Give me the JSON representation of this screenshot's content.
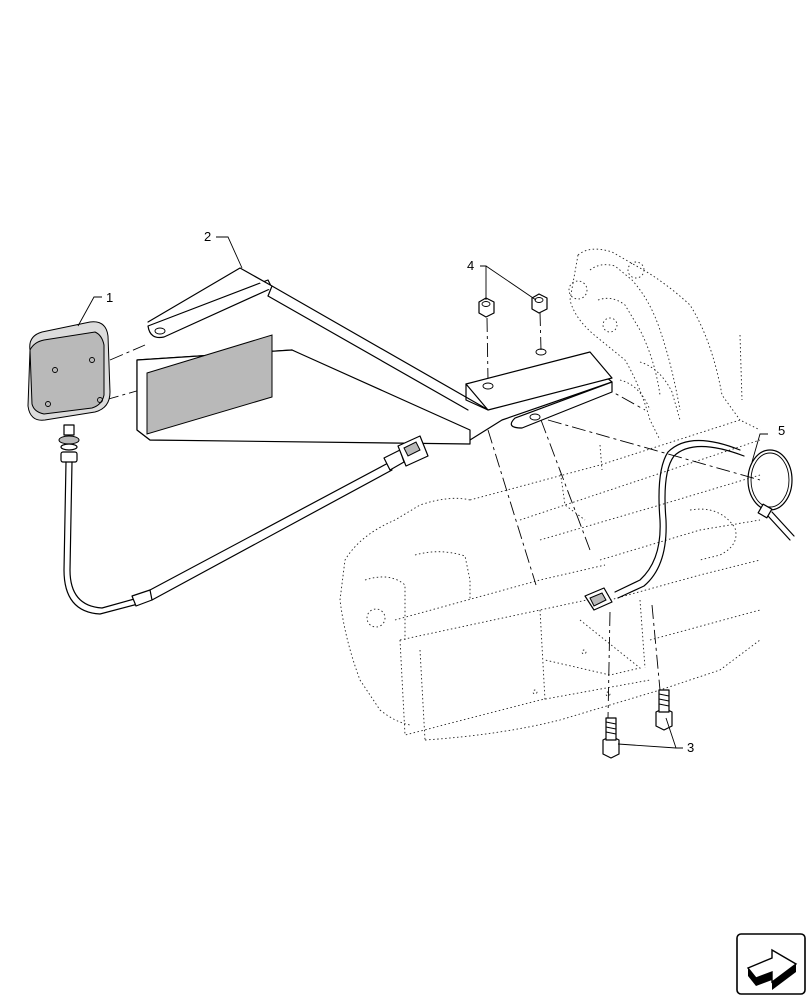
{
  "diagram": {
    "callouts": [
      {
        "id": "1",
        "label": "1"
      },
      {
        "id": "2",
        "label": "2"
      },
      {
        "id": "3",
        "label": "3"
      },
      {
        "id": "4",
        "label": "4"
      },
      {
        "id": "5",
        "label": "5"
      }
    ]
  },
  "nav": {
    "icon": "next-page-arrow-icon"
  }
}
